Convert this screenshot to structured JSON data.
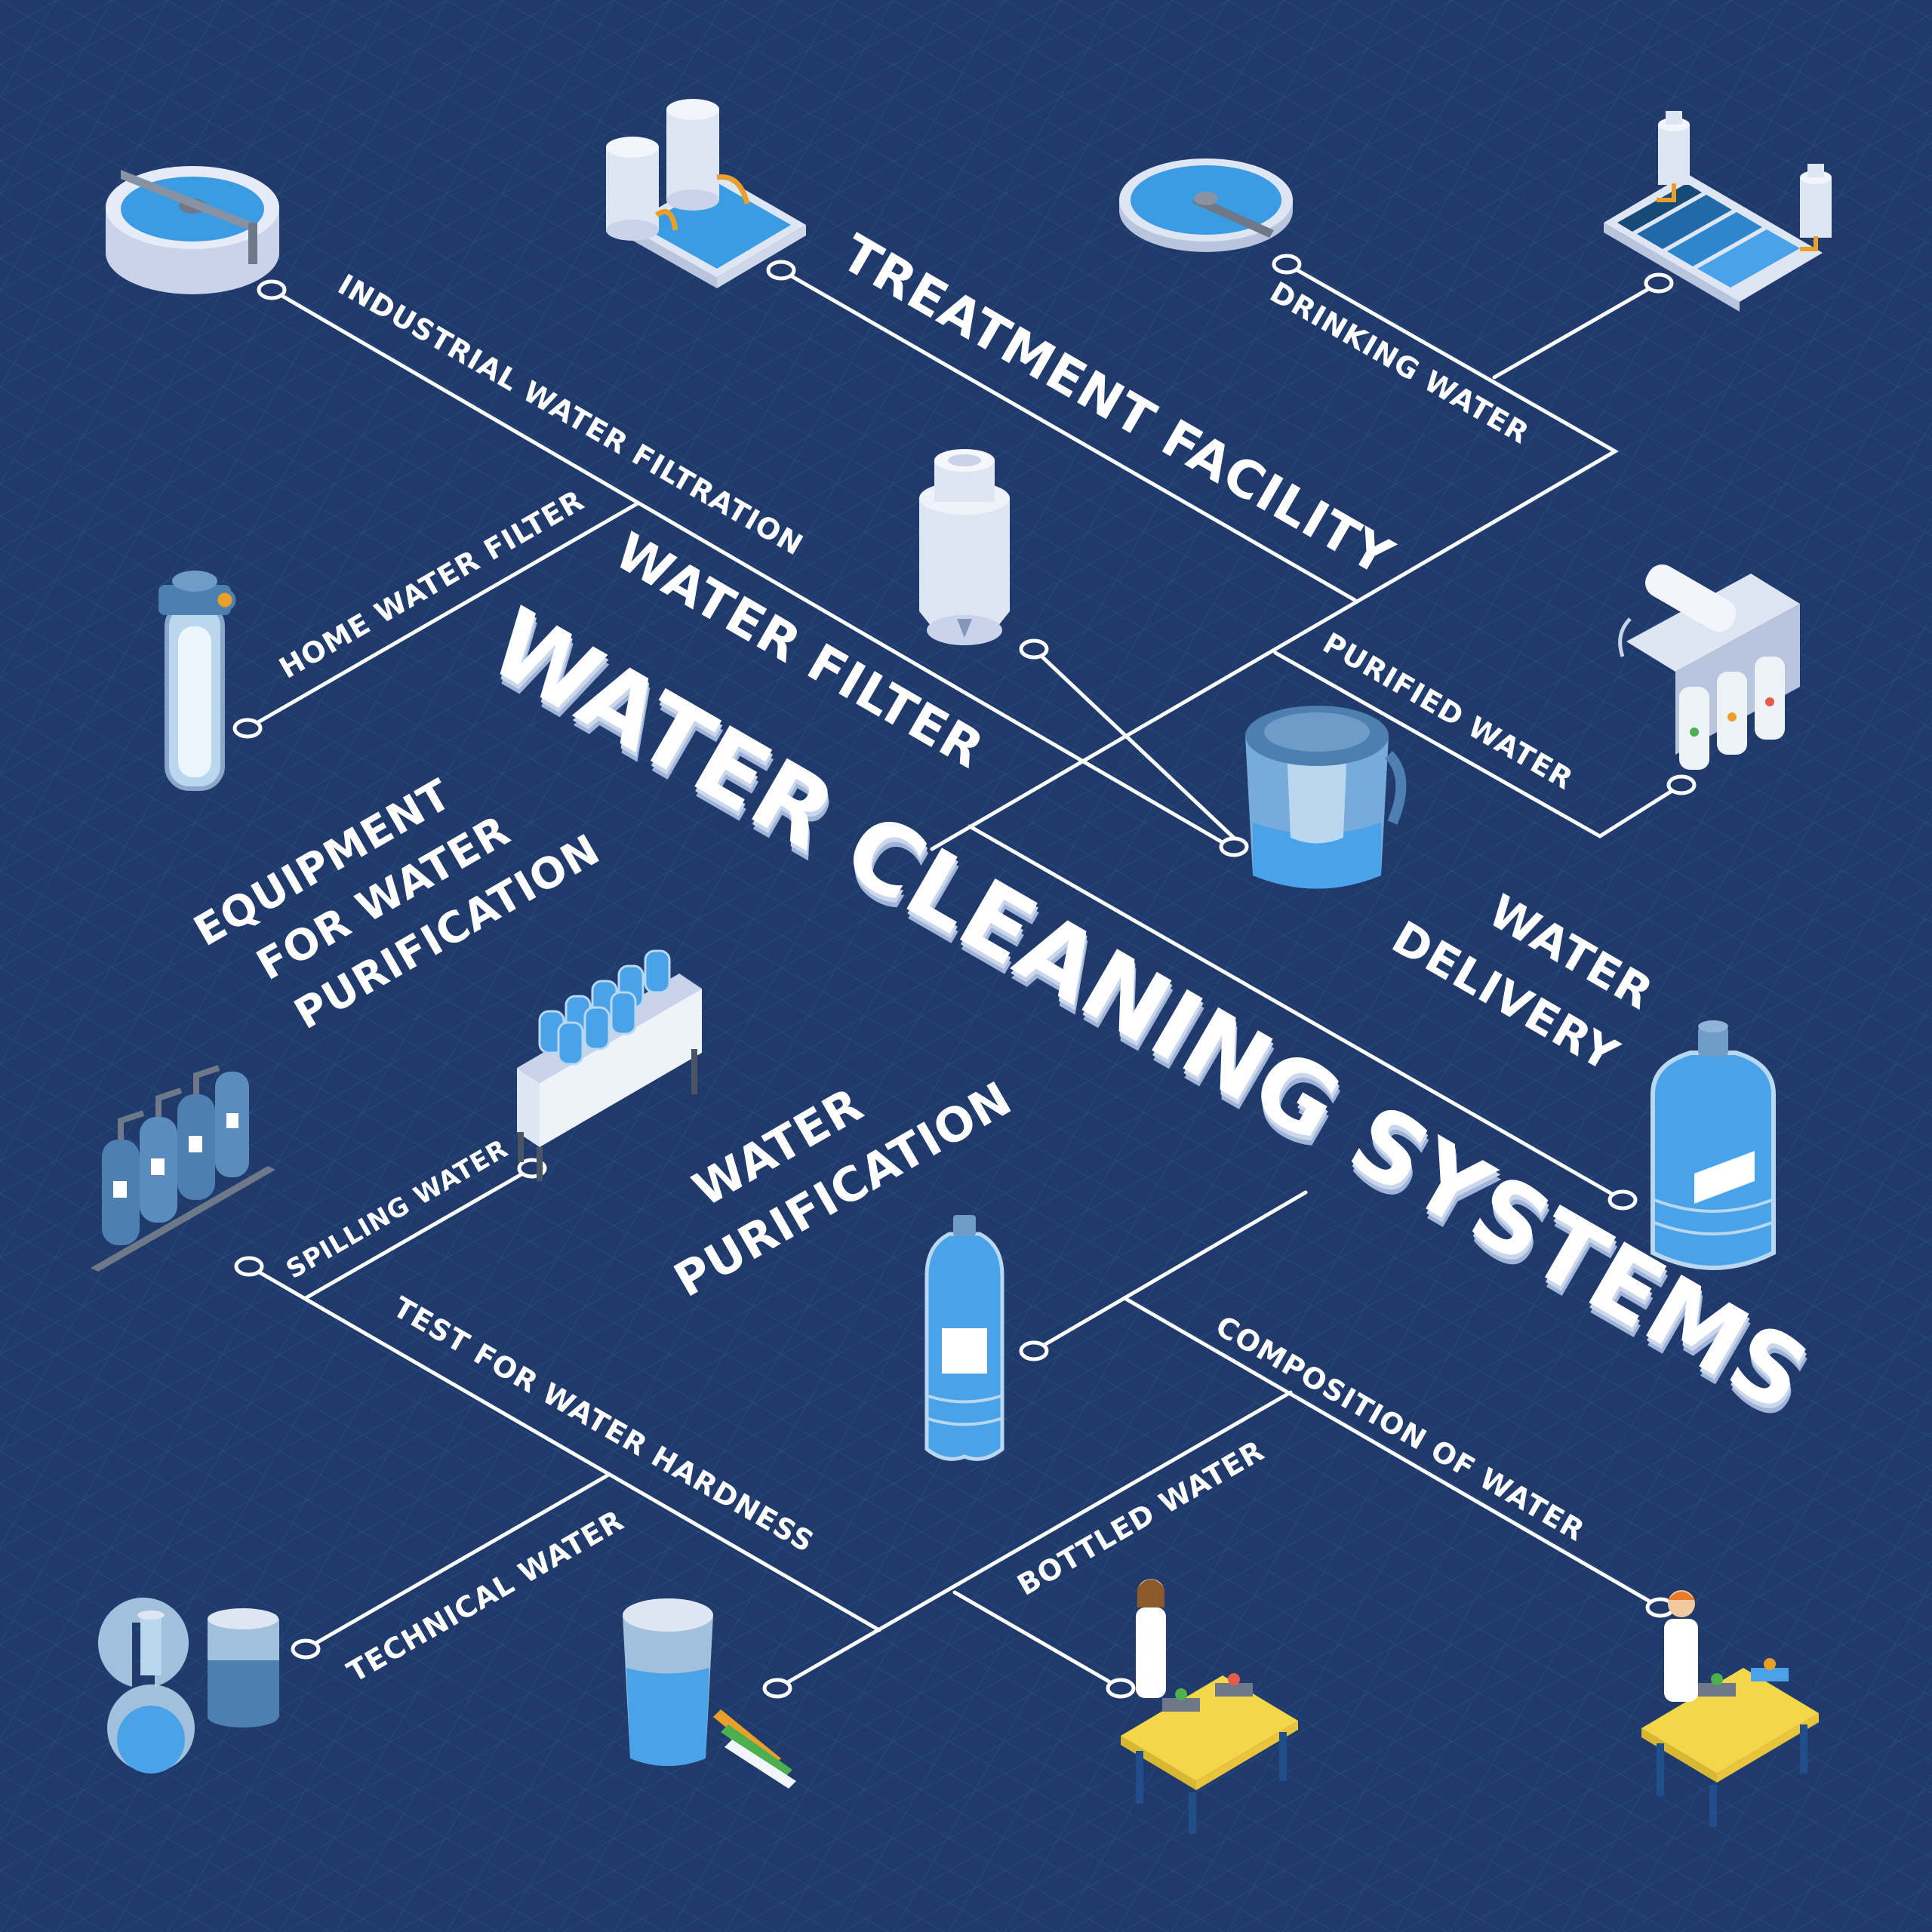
{
  "title": "WATER CLEANING SYSTEMS",
  "colors": {
    "background": "#1f3a6b",
    "grid": "#2b4a80",
    "line": "#ffffff",
    "water": "#4aa3e8",
    "equipment": "#dfe6f3",
    "accent": "#e8a02a"
  },
  "headings": {
    "treatment_facility": "TREATMENT FACILITY",
    "water_filter": "WATER FILTER",
    "equipment_line1": "EQUIPMENT",
    "equipment_line2": "FOR WATER",
    "equipment_line3": "PURIFICATION",
    "water_delivery_line1": "WATER",
    "water_delivery_line2": "DELIVERY",
    "water_purification_line1": "WATER",
    "water_purification_line2": "PURIFICATION"
  },
  "labels": {
    "industrial_water_filtration": "INDUSTRIAL WATER FILTRATION",
    "drinking_water": "DRINKING WATER",
    "home_water_filter": "HOME WATER FILTER",
    "purified_water": "PURIFIED WATER",
    "spilling_water": "SPILLING WATER",
    "test_for_water_hardness": "TEST FOR WATER HARDNESS",
    "composition_of_water": "COMPOSITION OF WATER",
    "bottled_water": "BOTTLED WATER",
    "technical_water": "TECHNICAL WATER"
  },
  "icons": [
    "clarifier-tank-icon",
    "filter-columns-icon",
    "round-settling-tank-icon",
    "filtration-basin-icon",
    "filter-cartridge-icon",
    "home-filter-housing-icon",
    "reverse-osmosis-icon",
    "water-pitcher-icon",
    "water-cooler-bottle-icon",
    "pressure-tanks-icon",
    "bottle-rack-icon",
    "plastic-bottle-icon",
    "lab-flasks-icon",
    "glass-test-strips-icon",
    "lab-scientist-woman-icon",
    "lab-scientist-man-icon"
  ]
}
